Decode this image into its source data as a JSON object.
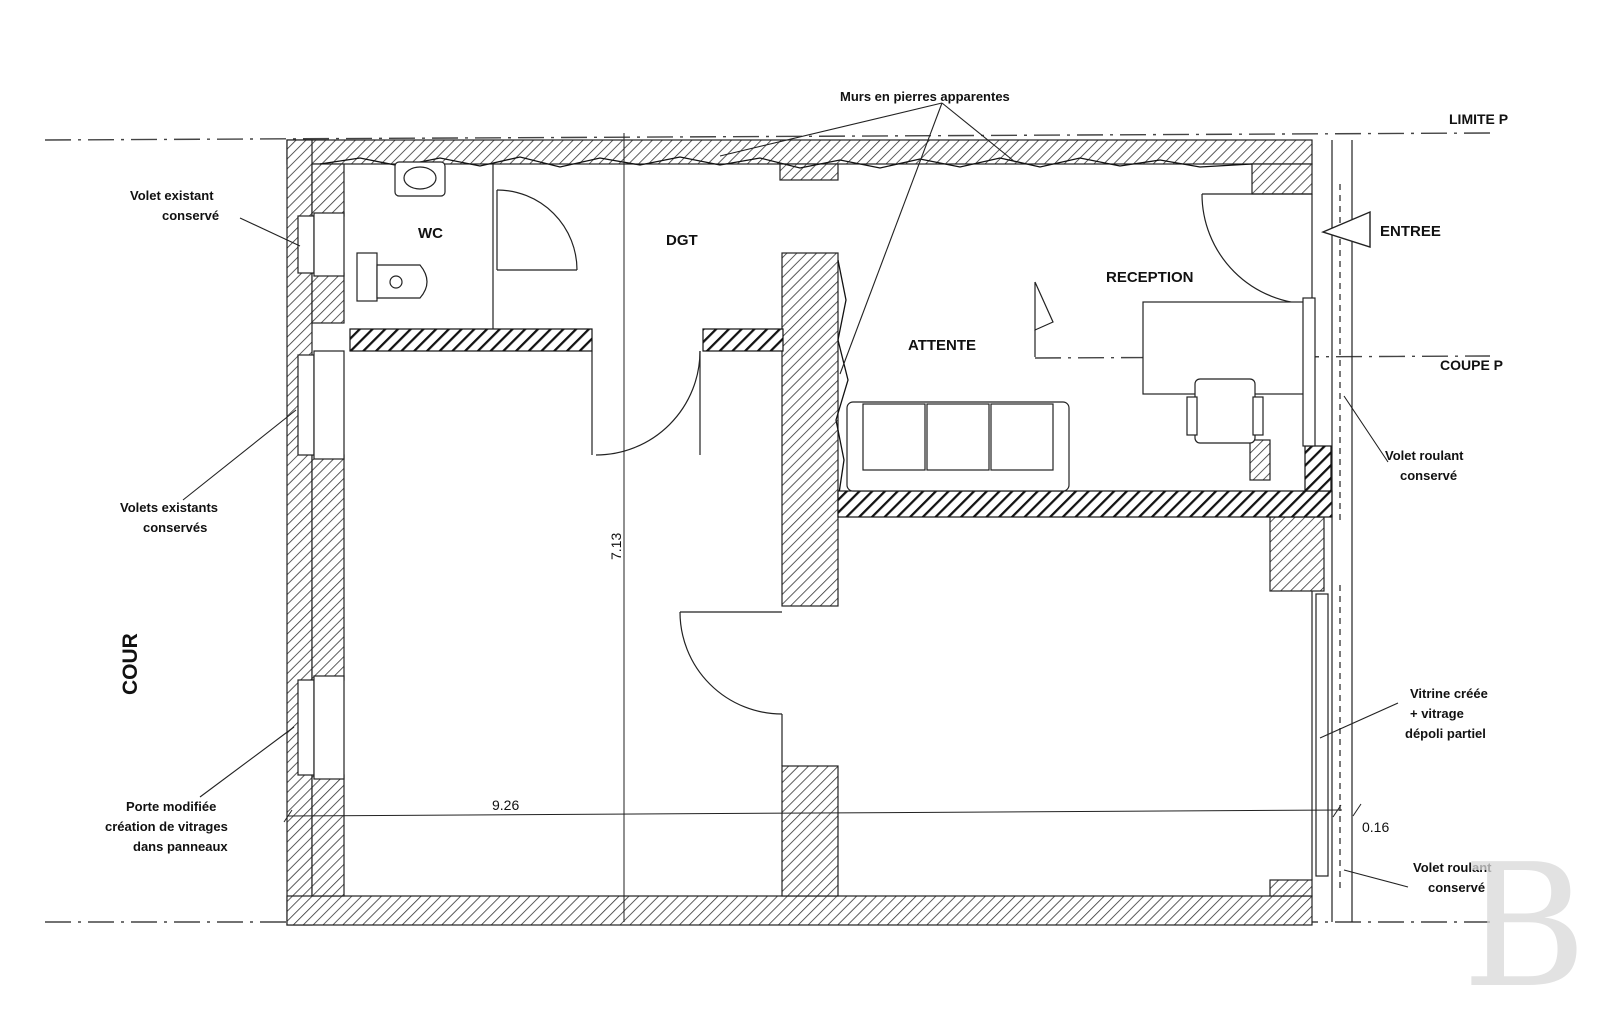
{
  "rooms": {
    "wc": "WC",
    "dgt": "DGT",
    "attente": "ATTENTE",
    "reception": "RECEPTION",
    "entree": "ENTREE"
  },
  "side": {
    "cour": "COUR"
  },
  "boundaries": {
    "limite": "LIMITE P",
    "coupe": "COUPE P"
  },
  "annotations": {
    "murs_pierres": "Murs en pierres apparentes",
    "volet_existant_1": "Volet existant",
    "volet_existant_2": "conservé",
    "volets_existants_1": "Volets existants",
    "volets_existants_2": "conservés",
    "porte_modifiee_1": "Porte modifiée",
    "porte_modifiee_2": "création de vitrages",
    "porte_modifiee_3": "dans panneaux",
    "volet_roulant_top_1": "Volet roulant",
    "volet_roulant_top_2": "conservé",
    "vitrine_1": "Vitrine créée",
    "vitrine_2": "+ vitrage",
    "vitrine_3": "dépoli partiel",
    "volet_roulant_bottom_1": "Volet roulant",
    "volet_roulant_bottom_2": "conservé"
  },
  "dimensions": {
    "width": "9.26",
    "height": "7.13",
    "offset": "0.16"
  },
  "watermark": "B"
}
